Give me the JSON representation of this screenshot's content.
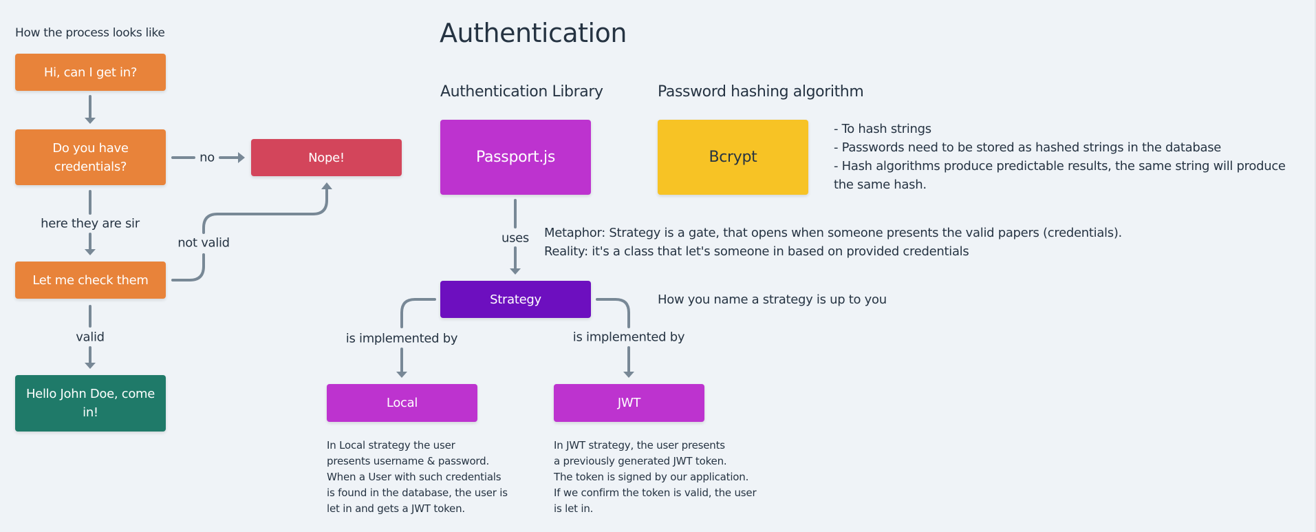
{
  "process": {
    "heading": "How the process looks like",
    "nodes": {
      "ask": "Hi, can I get in?",
      "credentials": "Do you have credentials?",
      "nope": "Nope!",
      "check": "Let me check them",
      "welcome": "Hello John Doe, come in!"
    },
    "edges": {
      "no": "no",
      "here": "here they are sir",
      "not_valid": "not valid",
      "valid": "valid"
    }
  },
  "auth": {
    "title": "Authentication",
    "library_heading": "Authentication Library",
    "hashing_heading": "Password hashing algorithm",
    "library_node": "Passport.js",
    "hashing_node": "Bcrypt",
    "hashing_notes": [
      "- To hash strings",
      "- Passwords need to be stored as hashed strings in the database",
      "- Hash algorithms produce predictable results, the same string will produce",
      "the same hash."
    ],
    "uses_label": "uses",
    "strategy_notes": [
      "Metaphor: Strategy is a gate, that opens when someone presents the valid papers (credentials).",
      "Reality: it's a class that let's someone in based on provided credentials"
    ],
    "strategy_node": "Strategy",
    "strategy_naming_note": "How you name a strategy is up to you",
    "implemented_by_left": "is implemented by",
    "implemented_by_right": "is implemented by",
    "local_node": "Local",
    "jwt_node": "JWT",
    "local_description": [
      "In Local strategy the user",
      "presents username & password.",
      "When a User with such credentials",
      "is found in the database, the user is",
      "let in and gets a JWT token."
    ],
    "jwt_description": [
      "In JWT strategy, the user presents",
      "a previously generated JWT token.",
      "The token is signed by our application.",
      "If we confirm the token is valid, the user",
      "is let in."
    ]
  },
  "colors": {
    "background": "#eff3f7",
    "text": "#253342",
    "orange": "#e8833a",
    "red": "#d3455b",
    "green": "#1f7a69",
    "magenta": "#bd33cf",
    "purple": "#6d0fbf",
    "yellow": "#f7c325",
    "connector": "#788896"
  }
}
